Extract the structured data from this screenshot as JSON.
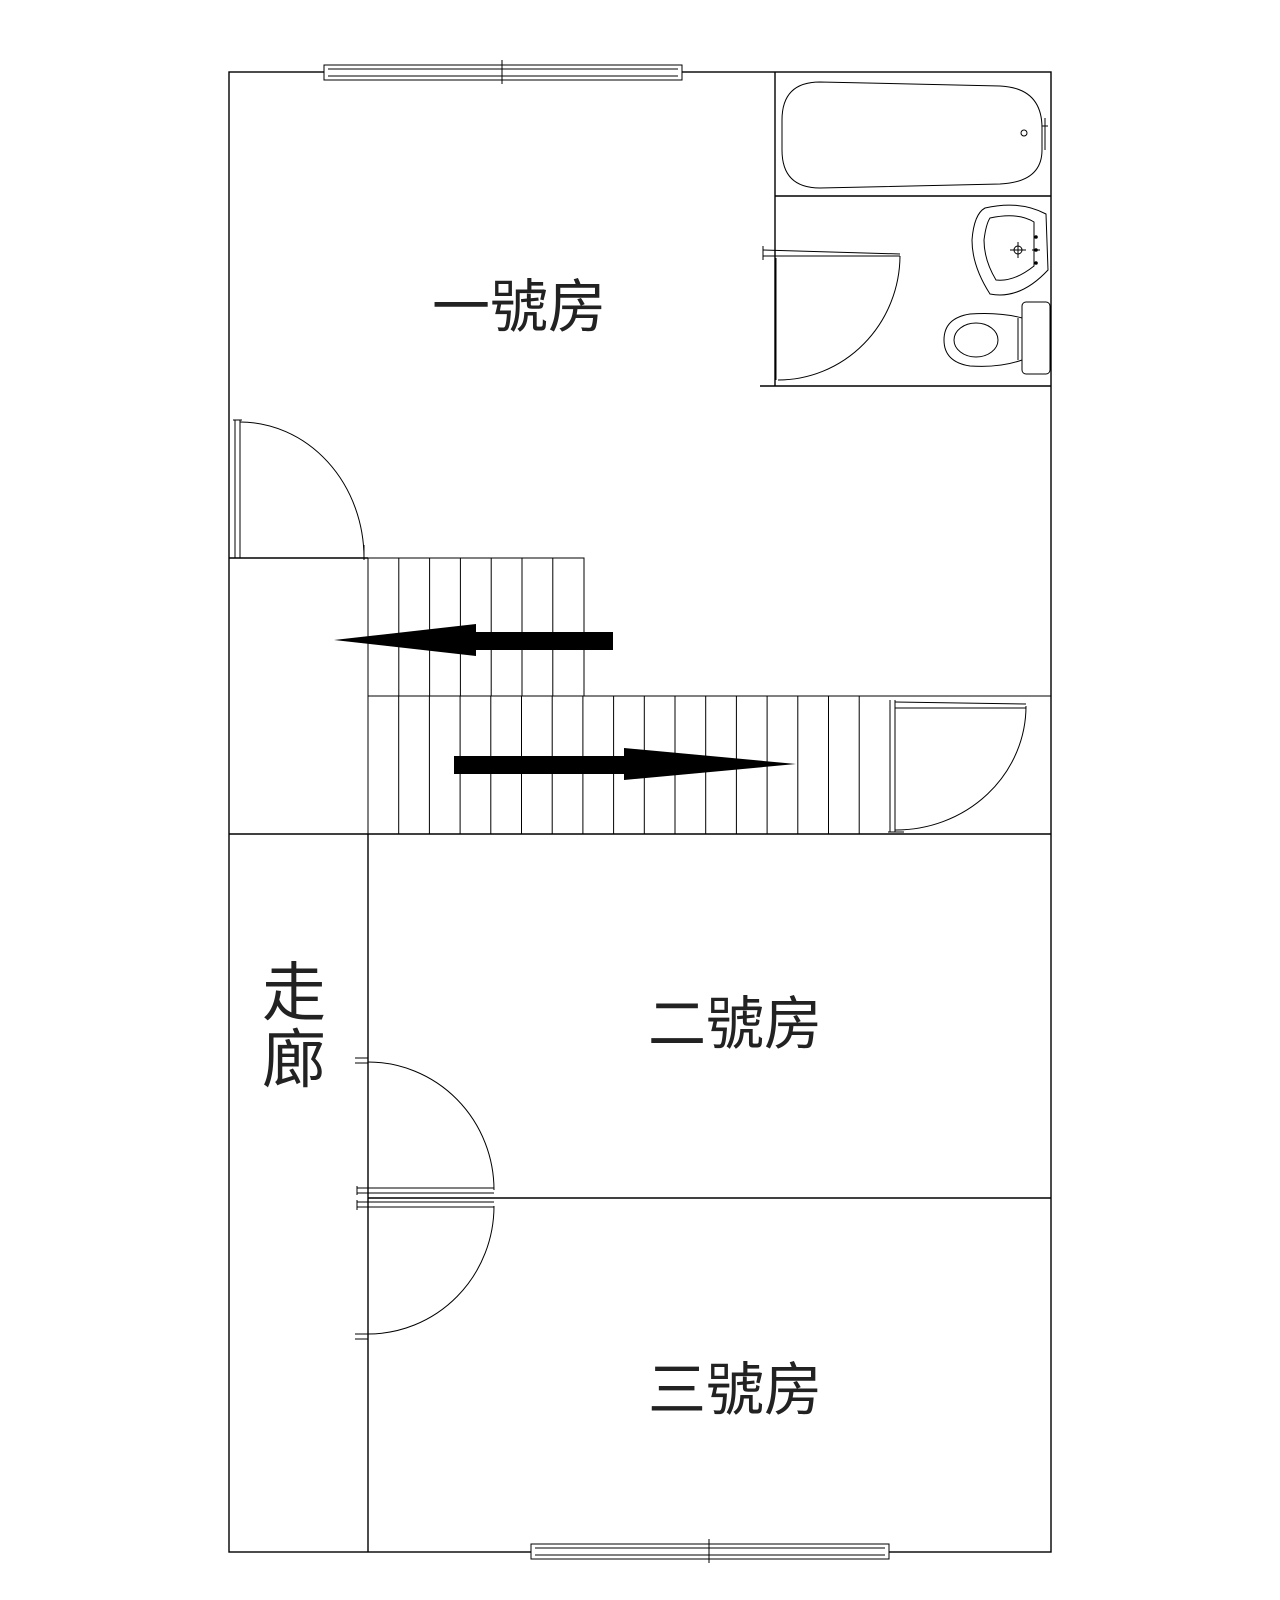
{
  "rooms": {
    "room1": "一號房",
    "room2": "二號房",
    "room3": "三號房",
    "corridor_line1": "走",
    "corridor_line2": "廊"
  },
  "colors": {
    "line": "#000000",
    "text": "#222222",
    "background": "#ffffff"
  },
  "icons": [
    "bathtub-icon",
    "sink-icon",
    "toilet-icon",
    "window-icon",
    "door-swing-icon",
    "stair-arrow-icon"
  ]
}
